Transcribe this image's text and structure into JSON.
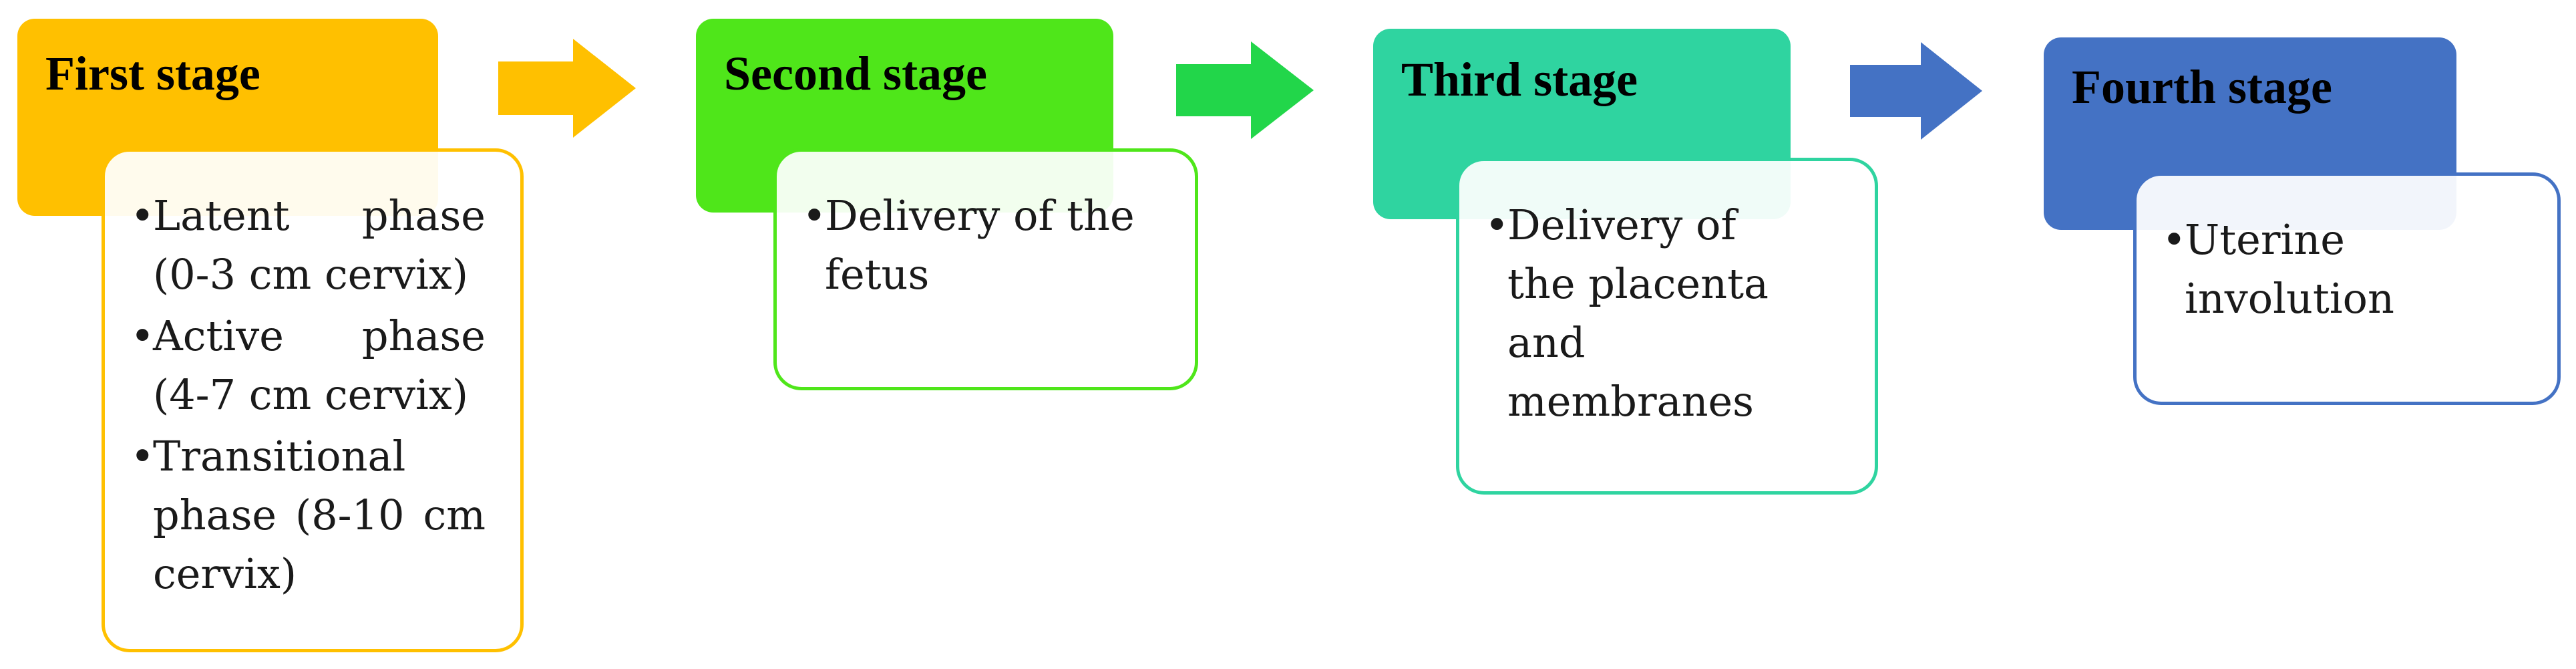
{
  "stages": [
    {
      "title": "First stage",
      "items": [
        "Latent phase (0-3 cm cervix)",
        "Active phase (4-7 cm cervix)",
        "Transitional phase (8-10 cm cervix)"
      ]
    },
    {
      "title": "Second stage",
      "items": [
        "Delivery of the fetus"
      ]
    },
    {
      "title": "Third stage",
      "items": [
        "Delivery of the placenta and membranes"
      ]
    },
    {
      "title": "Fourth stage",
      "items": [
        "Uterine involution"
      ]
    }
  ],
  "colors": {
    "stage1": "#ffc000",
    "stage2": "#4fe61a",
    "stage3": "#2fd4a0",
    "stage4": "#4472c4",
    "arrow1": "#ffc000",
    "arrow2": "#22d64a",
    "arrow3": "#4472c4"
  },
  "icons": {
    "arrows": [
      "right-arrow-icon",
      "right-arrow-icon",
      "right-arrow-icon"
    ]
  }
}
